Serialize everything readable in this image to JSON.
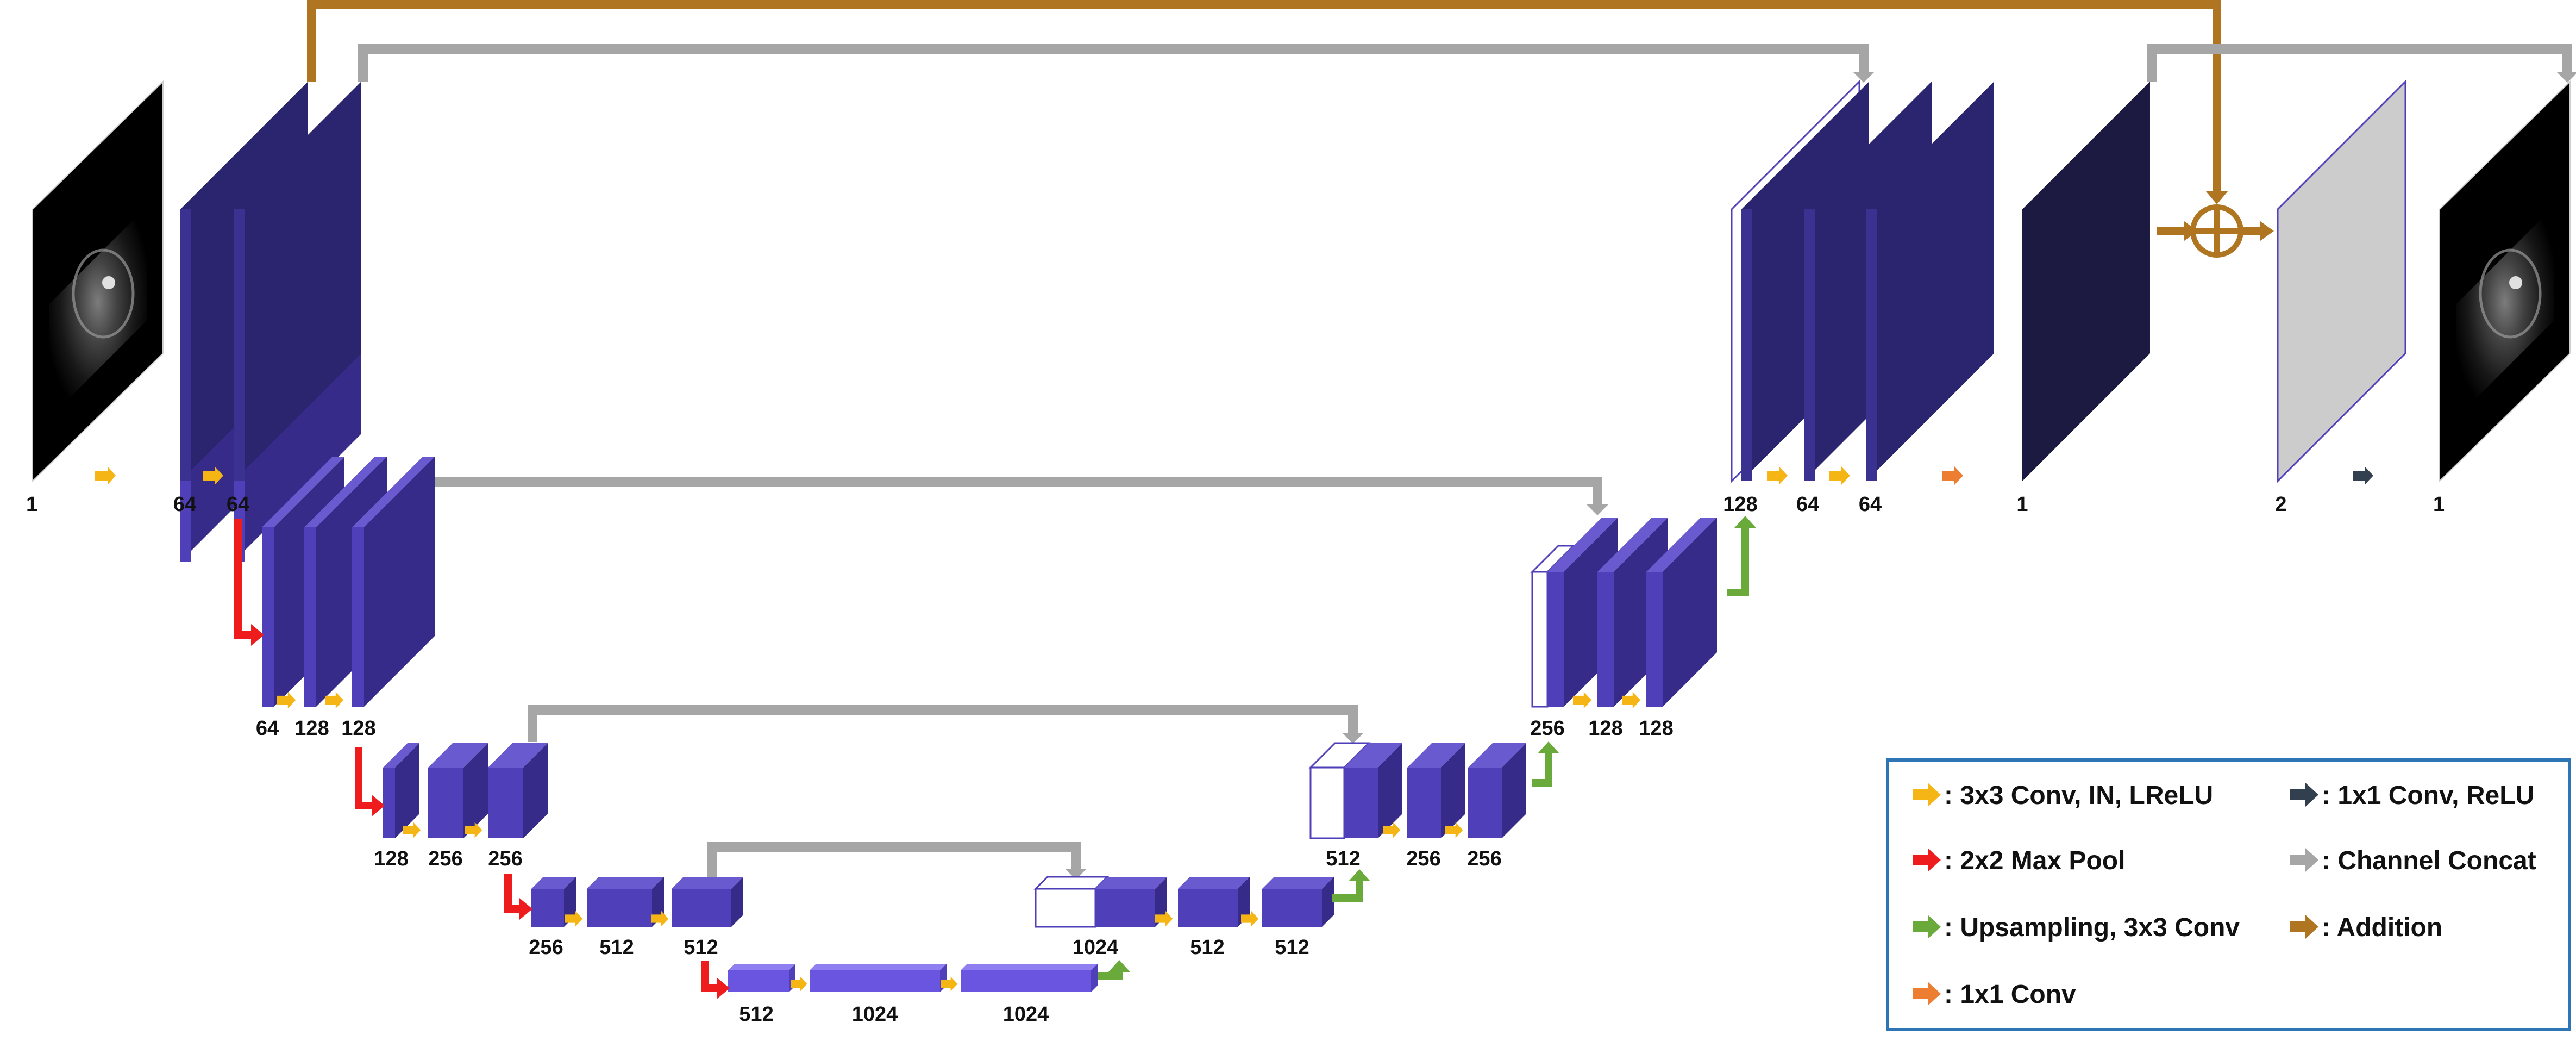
{
  "colors": {
    "block_front": "#4f3fb8",
    "block_side": "#372b8a",
    "block_top": "#6a5ad0",
    "block_dark": "#262056",
    "block_dark_side": "#1c173f",
    "block_bottom_level": "#6a55e0",
    "conv": "#f5b514",
    "pool": "#ee1c1c",
    "upsample": "#6aaa3a",
    "conv1x1": "#ed7d31",
    "conv1x1_relu": "#323f4f",
    "concat": "#a6a6a6",
    "addition": "#b07521",
    "legend_border": "#2e75b6"
  },
  "images": {
    "input_label": "1",
    "output_label": "1"
  },
  "labels": {
    "level1_enc": [
      "64",
      "64"
    ],
    "level2_enc": [
      "64",
      "128",
      "128"
    ],
    "level3_enc": [
      "128",
      "256",
      "256"
    ],
    "level4_enc": [
      "256",
      "512",
      "512"
    ],
    "bottleneck": [
      "512",
      "1024",
      "1024"
    ],
    "level4_dec": [
      "1024",
      "512",
      "512"
    ],
    "level3_dec": [
      "512",
      "256",
      "256"
    ],
    "level2_dec": [
      "256",
      "128",
      "128"
    ],
    "level1_dec": [
      "128",
      "64",
      "64"
    ],
    "head": [
      "1",
      "2"
    ]
  },
  "legend": {
    "items": [
      {
        "icon": "conv",
        "text": ": 3x3 Conv, IN, LReLU"
      },
      {
        "icon": "conv1x1_relu",
        "text": ": 1x1 Conv, ReLU"
      },
      {
        "icon": "pool",
        "text": ": 2x2 Max Pool"
      },
      {
        "icon": "concat",
        "text": ": Channel Concat"
      },
      {
        "icon": "upsample",
        "text": ": Upsampling, 3x3 Conv"
      },
      {
        "icon": "addition",
        "text": ": Addition"
      },
      {
        "icon": "conv1x1",
        "text": ": 1x1 Conv"
      }
    ]
  }
}
